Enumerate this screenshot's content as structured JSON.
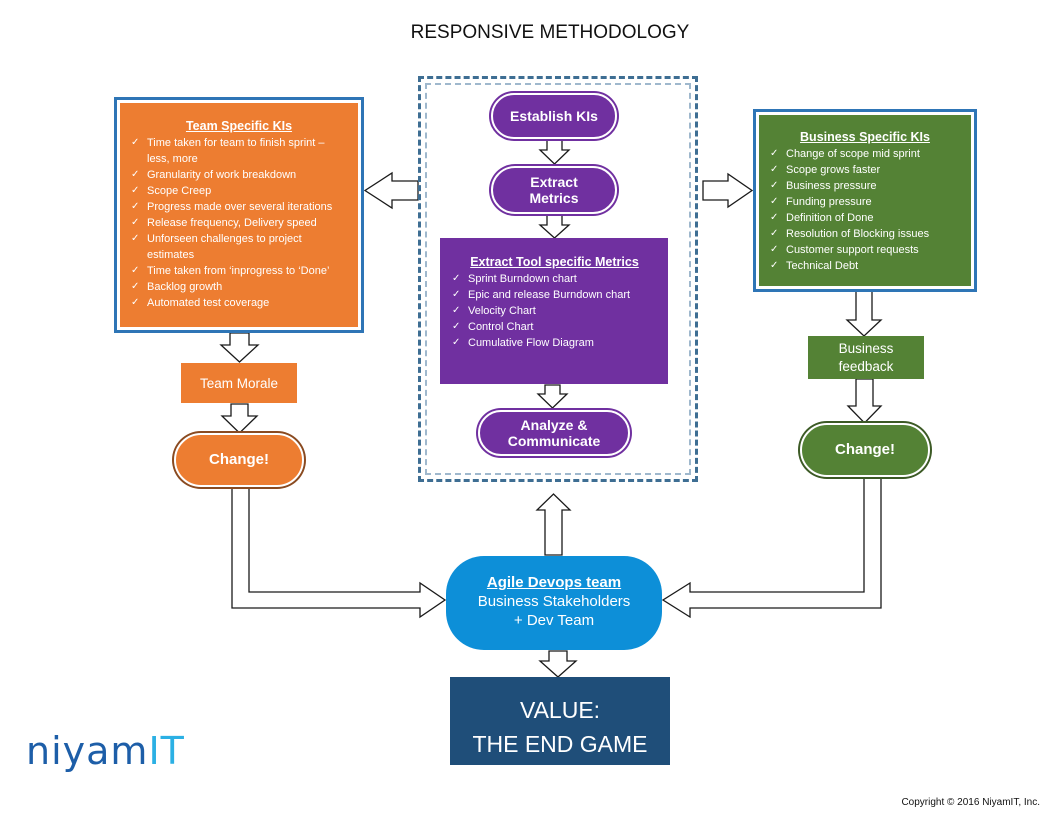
{
  "title": "RESPONSIVE METHODOLOGY",
  "center": {
    "establish": "Establish KIs",
    "extract_line1": "Extract",
    "extract_line2": "Metrics",
    "tool_metrics": {
      "heading": "Extract Tool specific Metrics",
      "items": [
        "Sprint Burndown chart",
        "Epic and release  Burndown chart",
        "Velocity  Chart",
        "Control Chart",
        "Cumulative Flow Diagram"
      ]
    },
    "analyze_line1": "Analyze &",
    "analyze_line2": "Communicate"
  },
  "team_kis": {
    "heading": "Team Specific KIs",
    "items": [
      "Time  taken for team to finish sprint – less, more",
      "Granularity of work breakdown",
      "Scope Creep",
      "Progress made  over several iterations",
      "Release  frequency, Delivery speed",
      "Unforseen challenges to project estimates",
      "Time taken from ‘inprogress to ‘Done’",
      "Backlog growth",
      "Automated  test coverage"
    ]
  },
  "team_morale": "Team Morale",
  "change_left": "Change!",
  "business_kis": {
    "heading": "Business Specific KIs",
    "items": [
      "Change of scope  mid sprint",
      "Scope grows faster",
      "Business pressure",
      "Funding pressure",
      "Definition of Done",
      "Resolution of Blocking  issues",
      "Customer  support requests",
      "Technical  Debt"
    ]
  },
  "business_feedback_line1": "Business",
  "business_feedback_line2": "feedback",
  "change_right": "Change!",
  "agile": {
    "heading": "Agile Devops team",
    "line1": "Business Stakeholders",
    "line2": "+ Dev Team"
  },
  "value": {
    "line1": "VALUE:",
    "line2": "THE END GAME"
  },
  "logo": {
    "part1": "niyam",
    "part2": "IT"
  },
  "copyright": "Copyright  ©  2016 NiyamIT,  Inc.",
  "colors": {
    "orange": "#ed7d31",
    "purple": "#7030a0",
    "green": "#548235",
    "blue": "#0d8fd8",
    "navy": "#1f4e79",
    "frame": "#2e75b6"
  }
}
